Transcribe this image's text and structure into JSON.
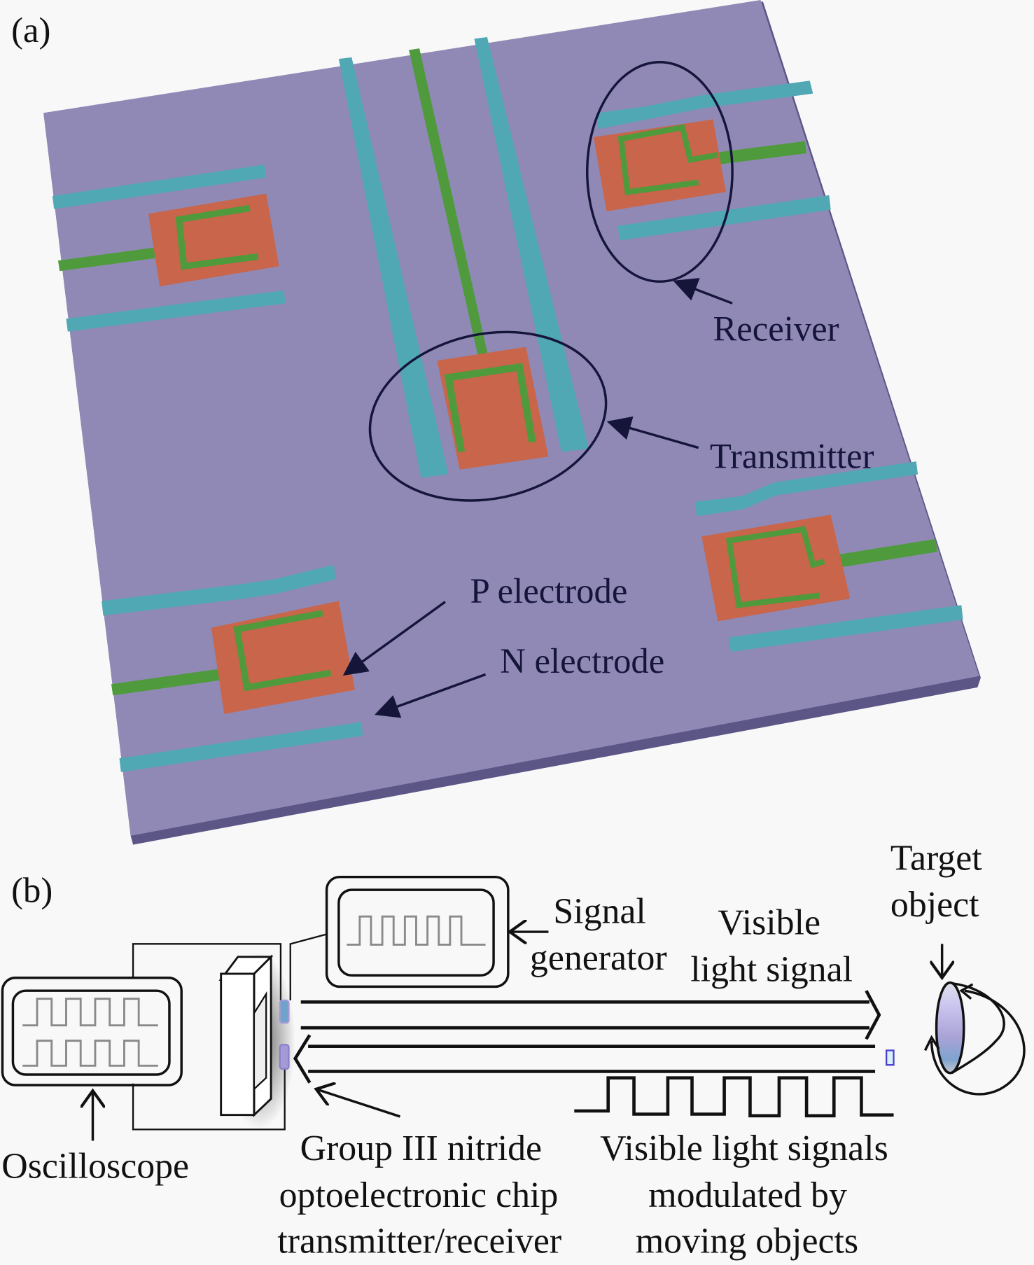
{
  "figure": {
    "panel_a": {
      "tag": "(a)",
      "labels": {
        "receiver": "Receiver",
        "transmitter": "Transmitter",
        "p_electrode": "P electrode",
        "n_electrode": "N electrode"
      },
      "colors": {
        "substrate": "#9089b6",
        "substrate_edge": "#5b5686",
        "n_electrode": "#4fa8b3",
        "p_electrode": "#4f9a3c",
        "mesa": "#c8654a",
        "annotation": "#15153a"
      }
    },
    "panel_b": {
      "tag": "(b)",
      "labels": {
        "oscilloscope": "Oscilloscope",
        "signal_generator_line1": "Signal",
        "signal_generator_line2": "generator",
        "visible_light_line1": "Visible",
        "visible_light_line2": "light signal",
        "target_line1": "Target",
        "target_line2": "object",
        "chip_line1": "Group III nitride",
        "chip_line2": "optoelectronic chip",
        "chip_line3": "transmitter/receiver",
        "modulated_line1": "Visible light signals",
        "modulated_line2": "modulated by",
        "modulated_line3": "moving objects"
      },
      "colors": {
        "line": "#111111",
        "trace": "#8a8a8a",
        "led_blue": "#6fa3c9",
        "led_violet": "#a59ad6",
        "target_fill": "#b8b4e0"
      }
    }
  }
}
